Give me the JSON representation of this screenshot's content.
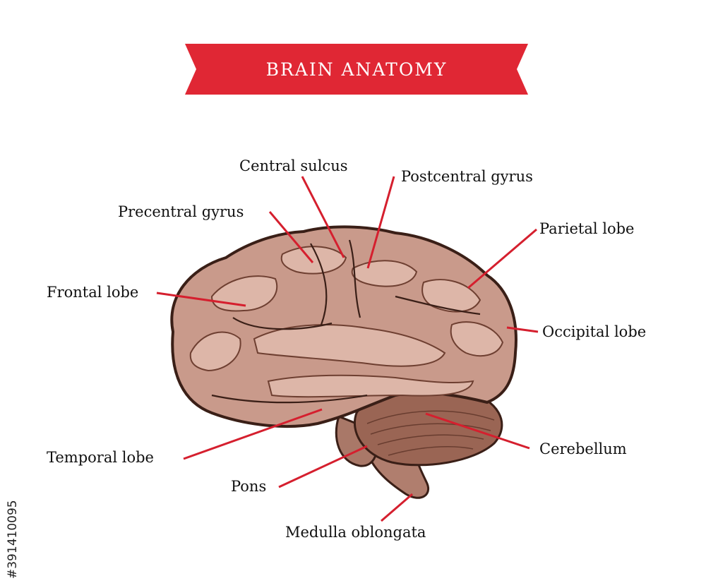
{
  "title": "BRAIN ANATOMY",
  "stock_id": "#391410095",
  "colors": {
    "banner": "#e02734",
    "leader": "#d51f2e",
    "brain_fill": "#c99a8b",
    "brain_shadow": "#8a5a4c",
    "brain_outline": "#3a1f17",
    "cerebellum": "#9a6554"
  },
  "labels": {
    "central_sulcus": "Central sulcus",
    "postcentral_gyrus": "Postcentral gyrus",
    "precentral_gyrus": "Precentral gyrus",
    "parietal_lobe": "Parietal lobe",
    "frontal_lobe": "Frontal lobe",
    "occipital_lobe": "Occipital lobe",
    "temporal_lobe": "Temporal lobe",
    "cerebellum": "Cerebellum",
    "pons": "Pons",
    "medulla_oblongata": "Medulla oblongata"
  }
}
